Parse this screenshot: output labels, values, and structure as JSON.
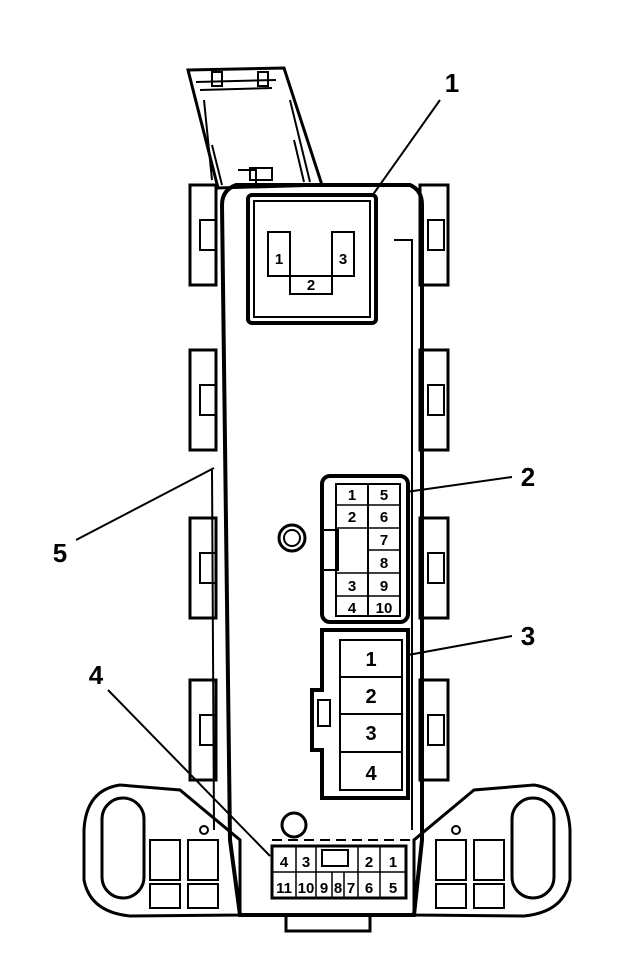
{
  "callouts": [
    {
      "id": "1",
      "label": "1"
    },
    {
      "id": "2",
      "label": "2"
    },
    {
      "id": "3",
      "label": "3"
    },
    {
      "id": "4",
      "label": "4"
    },
    {
      "id": "5",
      "label": "5"
    }
  ],
  "connector_top": {
    "pins": [
      "1",
      "2",
      "3"
    ]
  },
  "connector_mid": {
    "pins": [
      "1",
      "5",
      "2",
      "6",
      "7",
      "8",
      "3",
      "9",
      "4",
      "10"
    ]
  },
  "connector_large": {
    "pins": [
      "1",
      "2",
      "3",
      "4"
    ]
  },
  "connector_bottom": {
    "pins": [
      "4",
      "3",
      "2",
      "1",
      "11",
      "10",
      "9",
      "8",
      "7",
      "6",
      "5"
    ]
  },
  "colors": {
    "line": "#000000",
    "background": "#ffffff"
  }
}
